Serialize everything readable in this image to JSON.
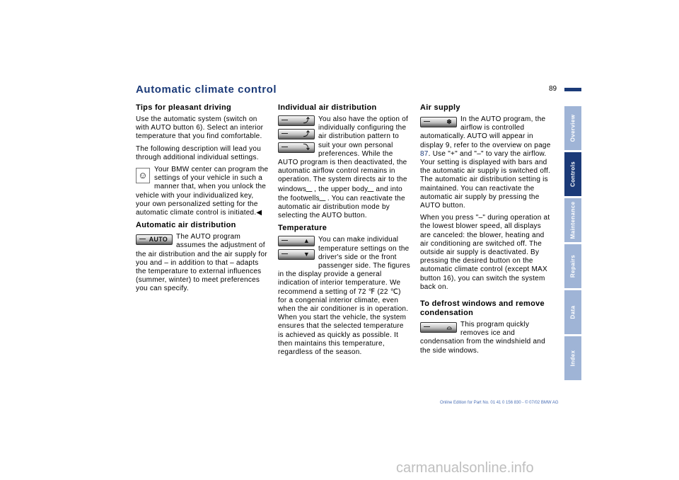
{
  "header": {
    "title": "Automatic climate control",
    "page_number": "89"
  },
  "col1": {
    "h_tips": "Tips for pleasant driving",
    "p1": "Use the automatic system (switch on with AUTO button 6). Select an interior temperature that you find comfortable.",
    "p2": "The following description will lead you through additional individual settings.",
    "p3": "Your BMW center can program the settings of your vehicle in such a manner that, when you unlock the vehicle with your individualized key, your own personalized setting for the automatic climate control is initiated.◀",
    "h_auto": "Automatic air distribution",
    "auto_btn": "AUTO",
    "p4": "The AUTO program assumes the adjustment of the air distribution and the air supply for you and – in addition to that – adapts the temperature to external influences (summer, winter) to meet preferences you can specify."
  },
  "col2": {
    "h_indiv": "Individual air distribution",
    "p1a": "You also have the option of individually configuring the air distribution pattern to suit your own personal preferences. While the AUTO program is then deactivated, the automatic airflow control remains in operation. The system directs air to the windows",
    "p1b": ", the upper body",
    "p1c": "and into the footwells",
    "p1d": ". You can reactivate the automatic air distribution mode by selecting the AUTO button.",
    "h_temp": "Temperature",
    "up_glyph": "▲",
    "down_glyph": "▼",
    "p2": "You can make individual temperature settings on the driver's side or the front passenger side. The figures in the display provide a general indication of interior temperature. We recommend a setting of 72 ℉ (22 ℃) for a congenial interior climate, even when the air conditioner is in operation. When you start the vehicle, the system ensures that the selected temperature is achieved as quickly as possible. It then maintains this temperature, regardless of the season."
  },
  "col3": {
    "h_air": "Air supply",
    "fan_glyph": "❄",
    "p1a": "In the AUTO program, the airflow is controlled automatically. AUTO will appear in display 9, refer to the overview on page",
    "p1_link": "87",
    "p1b": ".",
    "p2": "Use \"+\" and \"–\" to vary the airflow. Your setting is displayed with bars and the automatic air supply is switched off. The automatic air distribution setting is maintained. You can reactivate the automatic air supply by pressing the AUTO button.",
    "p3": "When you press \"–\" during operation at the lowest blower speed, all displays are canceled: the blower, heating and air conditioning are switched off. The outside air supply is deactivated. By pressing the desired button on the automatic climate control (except MAX button 16), you can switch the system back on.",
    "h_defrost": "To defrost windows and remove condensation",
    "defrost_glyph": "⌓",
    "p4": "This program quickly removes ice and condensation from the windshield and the side windows."
  },
  "tabs": [
    "Overview",
    "Controls",
    "Maintenance",
    "Repairs",
    "Data",
    "Index"
  ],
  "footer": "Online Edition for Part No. 01 41 0 156 830 - © 07/02 BMW AG",
  "watermark": "carmanualsonline.info",
  "colors": {
    "accent": "#1b3a78",
    "tab_inactive": "#9fb4d6",
    "footer": "#4a6fb5"
  }
}
